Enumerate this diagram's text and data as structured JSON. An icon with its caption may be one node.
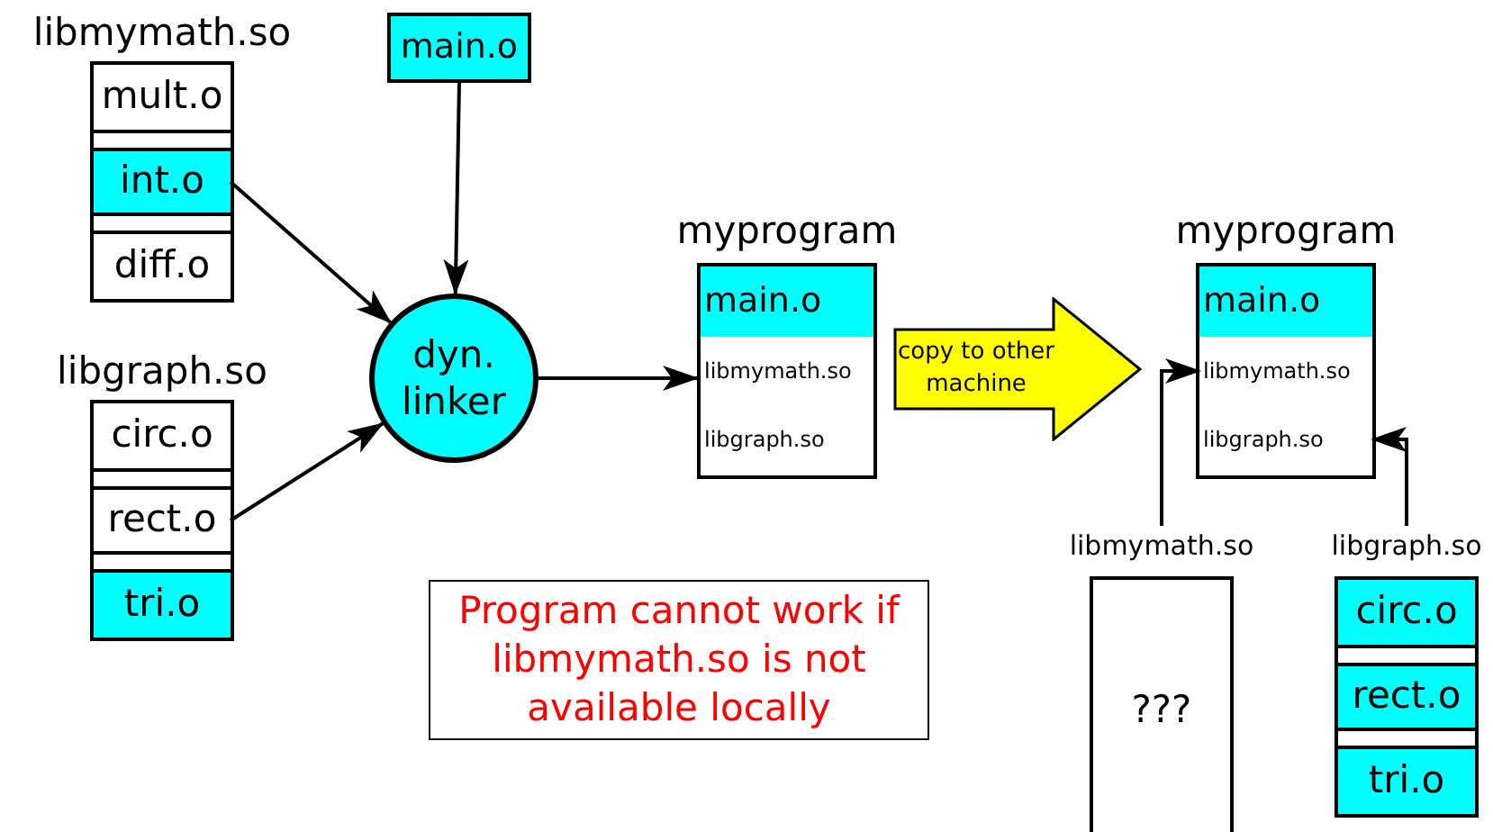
{
  "diagram": {
    "nodes": [
      {
        "text": [
          "libmymath.so"
        ]
      },
      {
        "text": [
          "mult.o"
        ],
        "in": 0
      },
      {
        "text": [
          "int.o"
        ],
        "in": 0
      },
      {
        "text": [
          "diff.o"
        ],
        "in": 0
      },
      {
        "text": [
          "libgraph.so"
        ]
      },
      {
        "text": [
          "circ.o"
        ],
        "in": 4
      },
      {
        "text": [
          "rect.o"
        ],
        "in": 4
      },
      {
        "text": [
          "tri.o"
        ],
        "in": 4
      },
      {
        "text": [
          "main.o"
        ]
      },
      {
        "text": [
          "dyn. linker"
        ]
      },
      {
        "text": [
          "myprogram"
        ]
      },
      {
        "text": [
          "main.o"
        ],
        "in": 10
      },
      {
        "text": [
          "libmymath.so"
        ],
        "in": 10
      },
      {
        "text": [
          "libgraph.so"
        ],
        "in": 10
      },
      {
        "text": [
          "copy to other machine"
        ]
      },
      {
        "text": [
          "myprogram"
        ]
      },
      {
        "text": [
          "main.o"
        ],
        "in": 15
      },
      {
        "text": [
          "libmymath.so"
        ],
        "in": 15
      },
      {
        "text": [
          "libgraph.so"
        ],
        "in": 15
      },
      {
        "text": [
          "libmymath.so",
          "???"
        ]
      },
      {
        "text": [
          "libgraph.so"
        ]
      },
      {
        "text": [
          "circ.o"
        ],
        "in": 20
      },
      {
        "text": [
          "rect.o"
        ],
        "in": 20
      },
      {
        "text": [
          "tri.o"
        ],
        "in": 20
      },
      {
        "text": [
          "Program cannot work if libmymath.so is not available locally"
        ]
      }
    ],
    "edges": [
      {
        "from": 2,
        "to": 9,
        "arrow": "to"
      },
      {
        "from": 6,
        "to": 9,
        "arrow": "to"
      },
      {
        "from": 8,
        "to": 9,
        "arrow": "to"
      },
      {
        "from": 9,
        "to": 10,
        "arrow": "to"
      },
      {
        "from": 19,
        "to": 17,
        "arrow": "to"
      },
      {
        "from": 20,
        "to": 18,
        "arrow": "to"
      }
    ]
  }
}
